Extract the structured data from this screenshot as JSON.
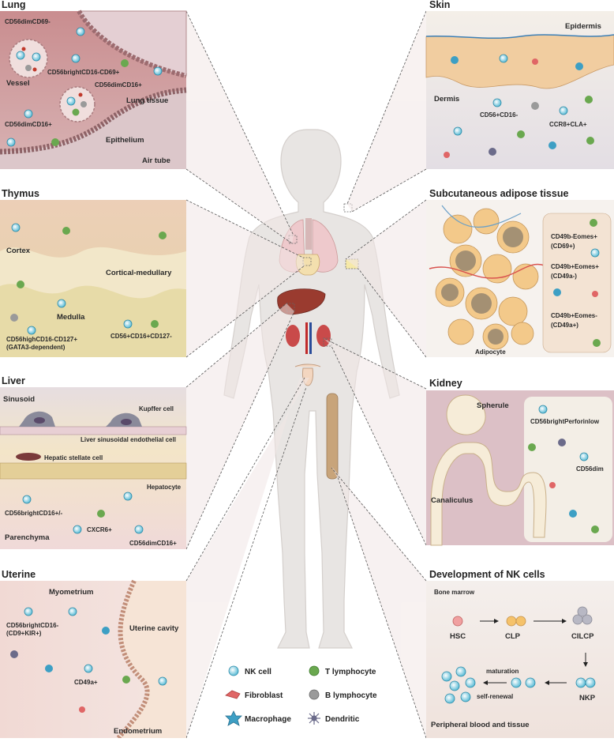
{
  "panels": {
    "lung": {
      "title": "Lung",
      "labels": {
        "vessel": "Vessel",
        "lung_tissue": "Lung tissue",
        "epithelium": "Epithelium",
        "air_tube": "Air tube",
        "cd56dim_cd69": "CD56dimCD69-",
        "cd56bright_cd16_cd69": "CD56brightCD16-CD69+",
        "cd56dim_cd16_top": "CD56dimCD16+",
        "cd56dim_cd16_left": "CD56dimCD16+"
      }
    },
    "thymus": {
      "title": "Thymus",
      "labels": {
        "cortex": "Cortex",
        "cortical_medullary": "Cortical-medullary",
        "medulla": "Medulla",
        "cd56high_line1": "CD56highCD16-CD127+",
        "cd56high_line2": "(GATA3-dependent)",
        "cd56_cd16_cd127": "CD56+CD16+CD127-"
      }
    },
    "liver": {
      "title": "Liver",
      "labels": {
        "sinusoid": "Sinusoid",
        "kupffer": "Kupffer cell",
        "lsec": "Liver sinusoidal endothelial cell",
        "stellate": "Hepatic stellate cell",
        "hepatocyte": "Hepatocyte",
        "cd56bright_cd16": "CD56brightCD16+/-",
        "cxcr6": "CXCR6+",
        "parenchyma": "Parenchyma",
        "cd56dim_cd16": "CD56dimCD16+"
      }
    },
    "uterine": {
      "title": "Uterine",
      "labels": {
        "myometrium": "Myometrium",
        "uterine_cavity": "Uterine cavity",
        "cd56bright_line1": "CD56brightCD16-",
        "cd56bright_line2": "(CD9+KIR+)",
        "cd49a": "CD49a+",
        "endometrium": "Endometrium"
      }
    },
    "skin": {
      "title": "Skin",
      "labels": {
        "epidermis": "Epidermis",
        "dermis": "Dermis",
        "cd56_cd16": "CD56+CD16-",
        "ccr8_cla": "CCR8+CLA+"
      }
    },
    "adipose": {
      "title": "Subcutaneous adipose tissue",
      "labels": {
        "a1_line1": "CD49b-Eomes+",
        "a1_line2": "(CD69+)",
        "a2_line1": "CD49b+Eomes+",
        "a2_line2": "(CD49a-)",
        "a3_line1": "CD49b+Eomes-",
        "a3_line2": "(CD49a+)",
        "adipocyte": "Adipocyte"
      }
    },
    "kidney": {
      "title": "Kidney",
      "labels": {
        "spherule": "Spherule",
        "perforin": "CD56brightPerforinlow",
        "cd56dim": "CD56dim",
        "canaliculus": "Canaliculus"
      }
    },
    "development": {
      "title": "Development of NK cells",
      "labels": {
        "bone_marrow": "Bone marrow",
        "hsc": "HSC",
        "clp": "CLP",
        "cilcp": "CILCP",
        "nkp": "NKP",
        "maturation": "maturation",
        "self_renewal": "self-renewal",
        "peripheral": "Peripheral blood and tissue"
      }
    }
  },
  "legend": [
    {
      "label": "NK cell",
      "icon": "nk-cell-icon"
    },
    {
      "label": "T lymphocyte",
      "icon": "t-lymphocyte-icon"
    },
    {
      "label": "Fibroblast",
      "icon": "fibroblast-icon"
    },
    {
      "label": "B lymphocyte",
      "icon": "b-lymphocyte-icon"
    },
    {
      "label": "Macrophage",
      "icon": "macrophage-icon"
    },
    {
      "label": "Dendritic",
      "icon": "dendritic-icon"
    }
  ],
  "colors": {
    "nk": "#5bbcd6",
    "t_cell": "#6aa84f",
    "b_cell": "#9a9a9a",
    "fibroblast": "#e06666",
    "macrophage": "#3d9fc4",
    "dendritic": "#6b6b8a",
    "body": "#e9e6e4"
  }
}
